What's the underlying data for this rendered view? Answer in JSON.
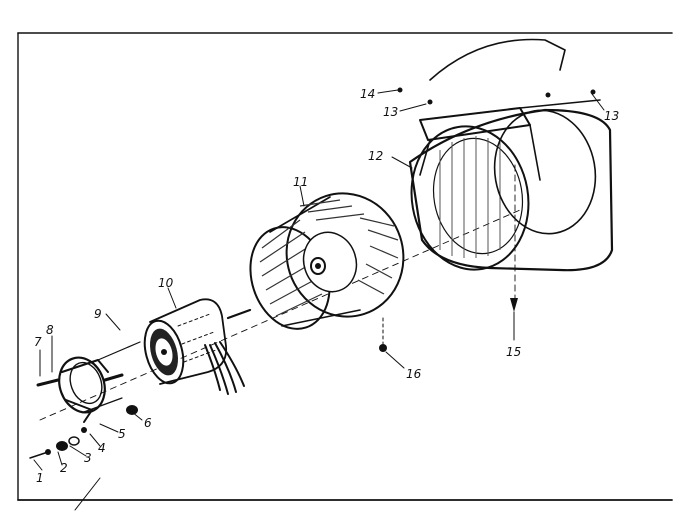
{
  "diagram": {
    "parts": [
      {
        "id": "1",
        "label": "1"
      },
      {
        "id": "2",
        "label": "2"
      },
      {
        "id": "3",
        "label": "3"
      },
      {
        "id": "4",
        "label": "4"
      },
      {
        "id": "5",
        "label": "5"
      },
      {
        "id": "6",
        "label": "6"
      },
      {
        "id": "7",
        "label": "7"
      },
      {
        "id": "8",
        "label": "8"
      },
      {
        "id": "9",
        "label": "9"
      },
      {
        "id": "10",
        "label": "10"
      },
      {
        "id": "11",
        "label": "11"
      },
      {
        "id": "12",
        "label": "12"
      },
      {
        "id": "13a",
        "label": "13"
      },
      {
        "id": "13b",
        "label": "13"
      },
      {
        "id": "14",
        "label": "14"
      },
      {
        "id": "15",
        "label": "15"
      },
      {
        "id": "16",
        "label": "16"
      }
    ],
    "colors": {
      "ink": "#111111",
      "paper": "#ffffff"
    }
  }
}
